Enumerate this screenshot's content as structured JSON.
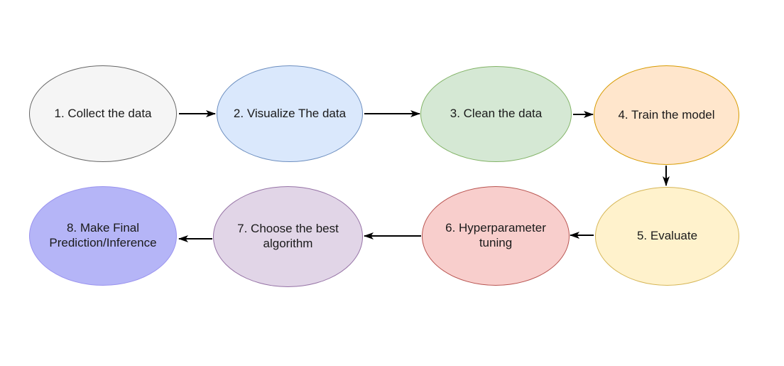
{
  "nodes": [
    {
      "id": "1",
      "label": "1. Collect the data",
      "fill": "#F5F5F5",
      "stroke": "#666666"
    },
    {
      "id": "2",
      "label": "2. Visualize The data",
      "fill": "#DAE8FC",
      "stroke": "#6C8EBF"
    },
    {
      "id": "3",
      "label": "3. Clean the data",
      "fill": "#D5E8D4",
      "stroke": "#82B366"
    },
    {
      "id": "4",
      "label": "4. Train the model",
      "fill": "#FFE6CC",
      "stroke": "#D79B00"
    },
    {
      "id": "5",
      "label": "5. Evaluate",
      "fill": "#FFF2CC",
      "stroke": "#D6B656"
    },
    {
      "id": "6",
      "label": "6. Hyperparameter tuning",
      "fill": "#F8CECC",
      "stroke": "#B85450"
    },
    {
      "id": "7",
      "label": "7. Choose the best algorithm",
      "fill": "#E1D5E7",
      "stroke": "#9673A6"
    },
    {
      "id": "8",
      "label": "8. Make Final Prediction/Inference",
      "fill": "#B5B5F7",
      "stroke": "#9A93EF"
    }
  ],
  "edges": [
    {
      "from": "1",
      "to": "2",
      "direction": "right"
    },
    {
      "from": "2",
      "to": "3",
      "direction": "right"
    },
    {
      "from": "3",
      "to": "4",
      "direction": "right"
    },
    {
      "from": "4",
      "to": "5",
      "direction": "down"
    },
    {
      "from": "5",
      "to": "6",
      "direction": "left"
    },
    {
      "from": "6",
      "to": "7",
      "direction": "left"
    },
    {
      "from": "7",
      "to": "8",
      "direction": "left"
    }
  ],
  "colors": {
    "background": "#FFFFFF",
    "arrow": "#000000",
    "text": "#1A1A1A"
  }
}
